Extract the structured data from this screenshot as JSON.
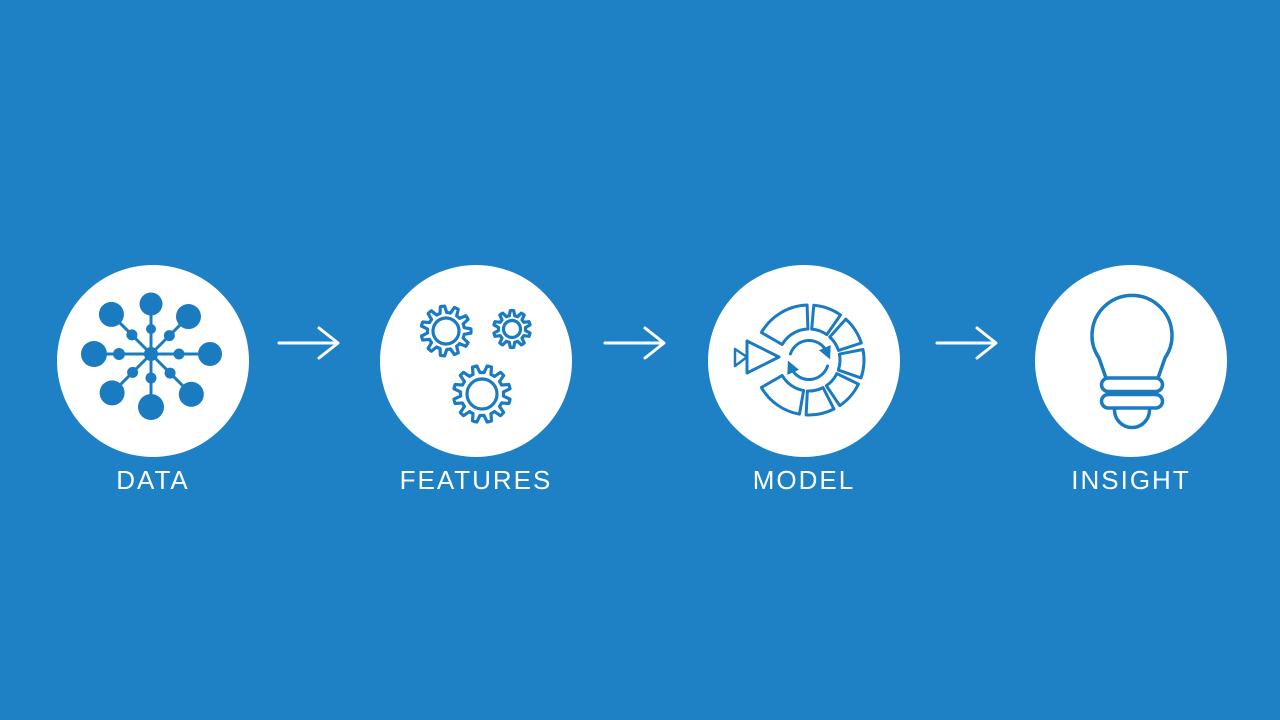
{
  "colors": {
    "background": "#1E81C5",
    "icon": "#1B7BC0",
    "circle": "#FFFFFF",
    "label_text": "#FFFFFF",
    "arrow": "#FFFFFF"
  },
  "stages": [
    {
      "label": "DATA",
      "icon": "network-hub-icon"
    },
    {
      "label": "FEATURES",
      "icon": "gears-icon"
    },
    {
      "label": "MODEL",
      "icon": "model-cycle-wheel-icon"
    },
    {
      "label": "INSIGHT",
      "icon": "lightbulb-icon"
    }
  ],
  "connectors": [
    {
      "icon": "arrow-right-icon"
    },
    {
      "icon": "arrow-right-icon"
    },
    {
      "icon": "arrow-right-icon"
    }
  ]
}
